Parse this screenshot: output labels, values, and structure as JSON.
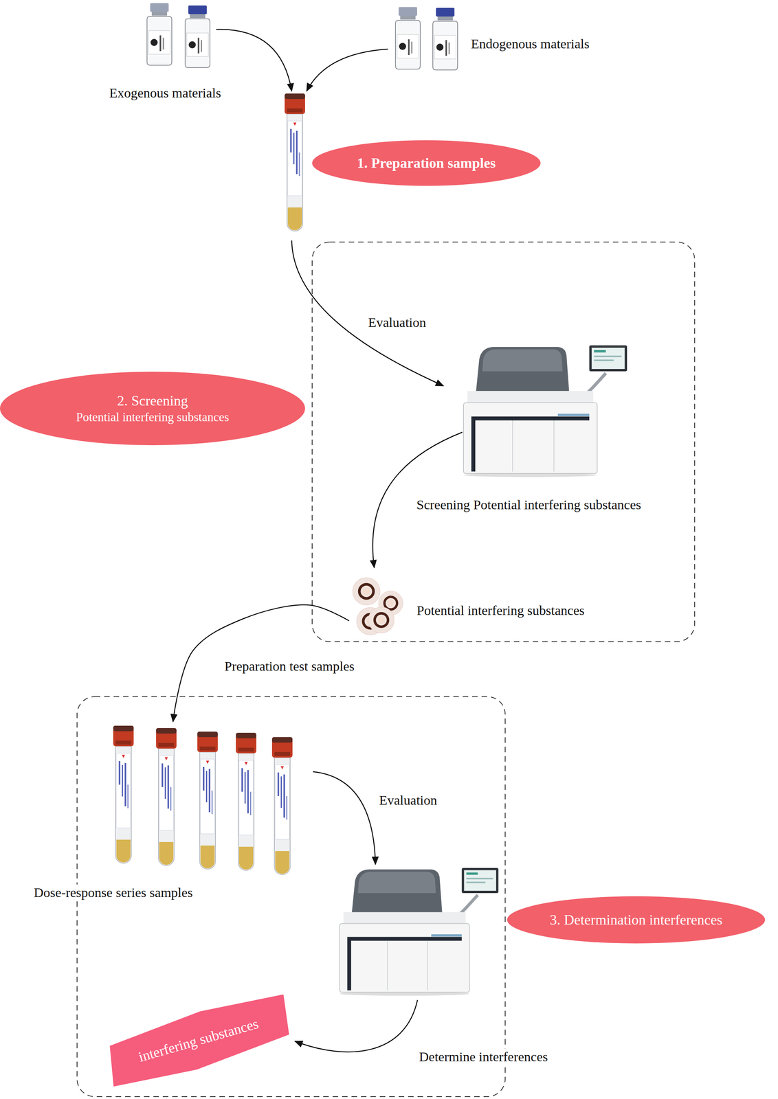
{
  "diagram": {
    "nodes": [
      {
        "text": [
          "Exogenous materials"
        ]
      },
      {
        "text": [
          "Endogenous materials"
        ]
      },
      {
        "text": [
          "1. Preparation samples"
        ]
      },
      {
        "text": [
          "2. Screening",
          "Potential interfering substances"
        ]
      },
      {
        "text": [
          "Potential interfering substances"
        ]
      },
      {
        "text": [
          "Dose-response series samples"
        ]
      },
      {
        "text": [
          "3. Determination interferences"
        ]
      },
      {
        "text": [
          "interfering substances"
        ]
      }
    ],
    "edges": [
      {
        "from": 4,
        "to": 5,
        "arrow": "to",
        "label": "Preparation test samples"
      }
    ],
    "labels": [
      "Evaluation",
      "Screening Potential interfering substances",
      "Evaluation",
      "Determine interferences"
    ]
  }
}
